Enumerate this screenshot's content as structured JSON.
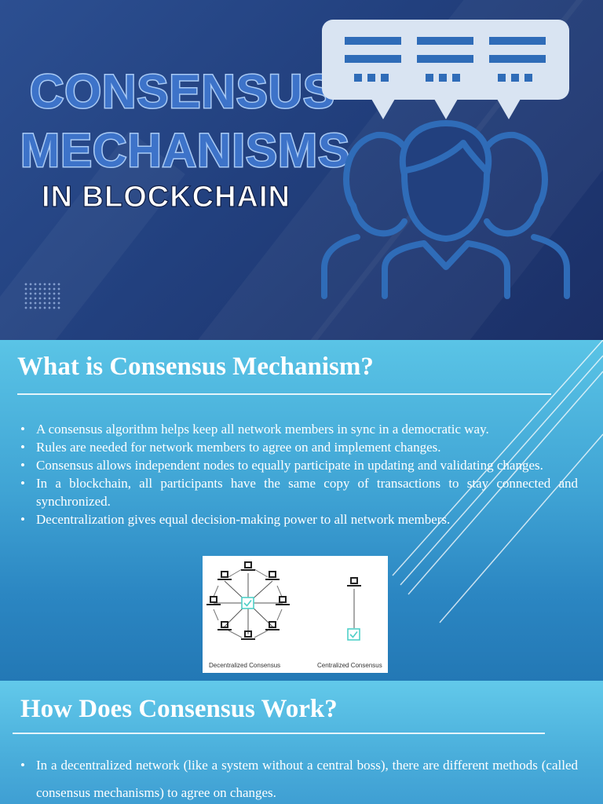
{
  "hero": {
    "title_line1": "CONSENSUS",
    "title_line2": "MECHANISMS",
    "title_line3": "IN BLOCKCHAIN",
    "art_icon": "people-discussion-icon",
    "colors": {
      "background": "#22407e",
      "title_fill": "#3d73c9",
      "title_outline": "#a9caf4",
      "art_line": "#2f6cb8",
      "bubble": "#d9e4f2"
    }
  },
  "section1": {
    "heading": "What is Consensus Mechanism?",
    "bullets": [
      "A consensus algorithm helps keep all network members in sync in a democratic way.",
      "Rules are needed for network members to agree on and implement changes.",
      "Consensus allows independent nodes to equally participate in updating and validating changes.",
      "In a blockchain, all participants have the same copy of transactions to stay connected and synchronized.",
      "Decentralization gives equal decision-making power to all network members."
    ],
    "diagram": {
      "left_caption": "Decentralized Consensus",
      "right_caption": "Centralized Consensus",
      "node_icon": "computer-node-icon",
      "center_icon": "checkmark-box-icon",
      "accent_color": "#4fd0c8"
    }
  },
  "section2": {
    "heading": "How Does Consensus Work?",
    "bullets": [
      "In a decentralized network (like a system without a central boss), there are different methods (called consensus mechanisms) to agree on changes."
    ]
  }
}
